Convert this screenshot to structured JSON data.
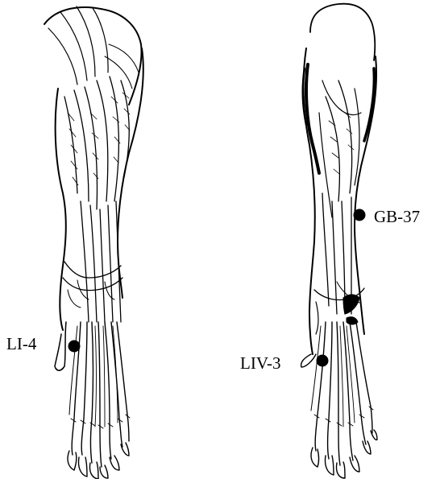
{
  "acupoints": [
    {
      "id": "li4",
      "label": "LI-4"
    },
    {
      "id": "liv3",
      "label": "LIV-3"
    },
    {
      "id": "gb37",
      "label": "GB-37"
    }
  ],
  "colors": {
    "ink": "#000000",
    "paper": "#ffffff",
    "point": "#000000"
  }
}
